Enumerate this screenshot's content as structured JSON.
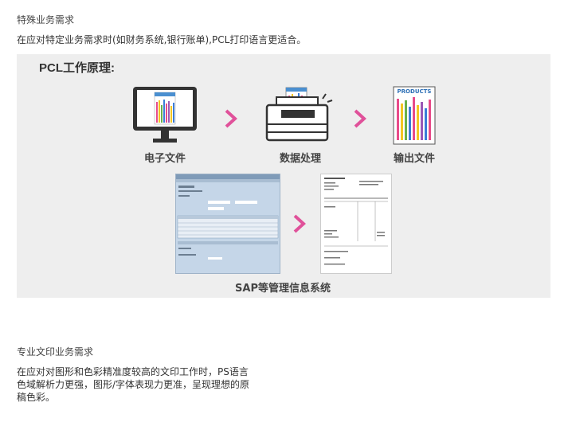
{
  "section1": {
    "heading": "特殊业务需求",
    "text": "在应对特定业务需求时(如财务系统,银行账单),PCL打印语言更适合。"
  },
  "diagram": {
    "title": "PCL工作原理:",
    "steps": [
      {
        "label": "电子文件",
        "icon": "monitor-icon"
      },
      {
        "label": "数据处理",
        "icon": "printer-icon"
      },
      {
        "label": "输出文件",
        "icon": "printed-page-icon"
      }
    ],
    "product_label": "PRODUCTS",
    "bottom_caption": "SAP等管理信息系统",
    "arrow_color": "#e0519a"
  },
  "section2": {
    "heading": "专业文印业务需求",
    "text_lines": [
      "在应对对图形和色彩精准度较高的文印工作时，PS语言",
      "色域解析力更强，图形/字体表现力更准，呈现理想的原",
      "稿色彩。"
    ]
  }
}
